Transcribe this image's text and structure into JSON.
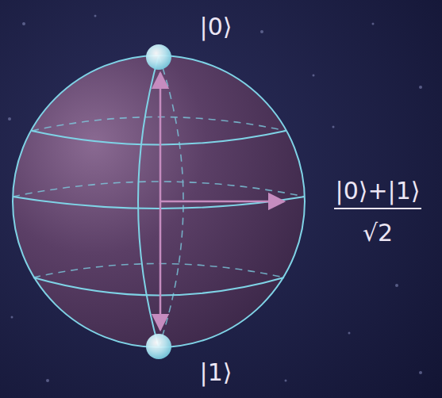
{
  "diagram": {
    "labels": [
      "|0⟩",
      "|0⟩+|1⟩",
      "√2",
      "|1⟩"
    ]
  }
}
